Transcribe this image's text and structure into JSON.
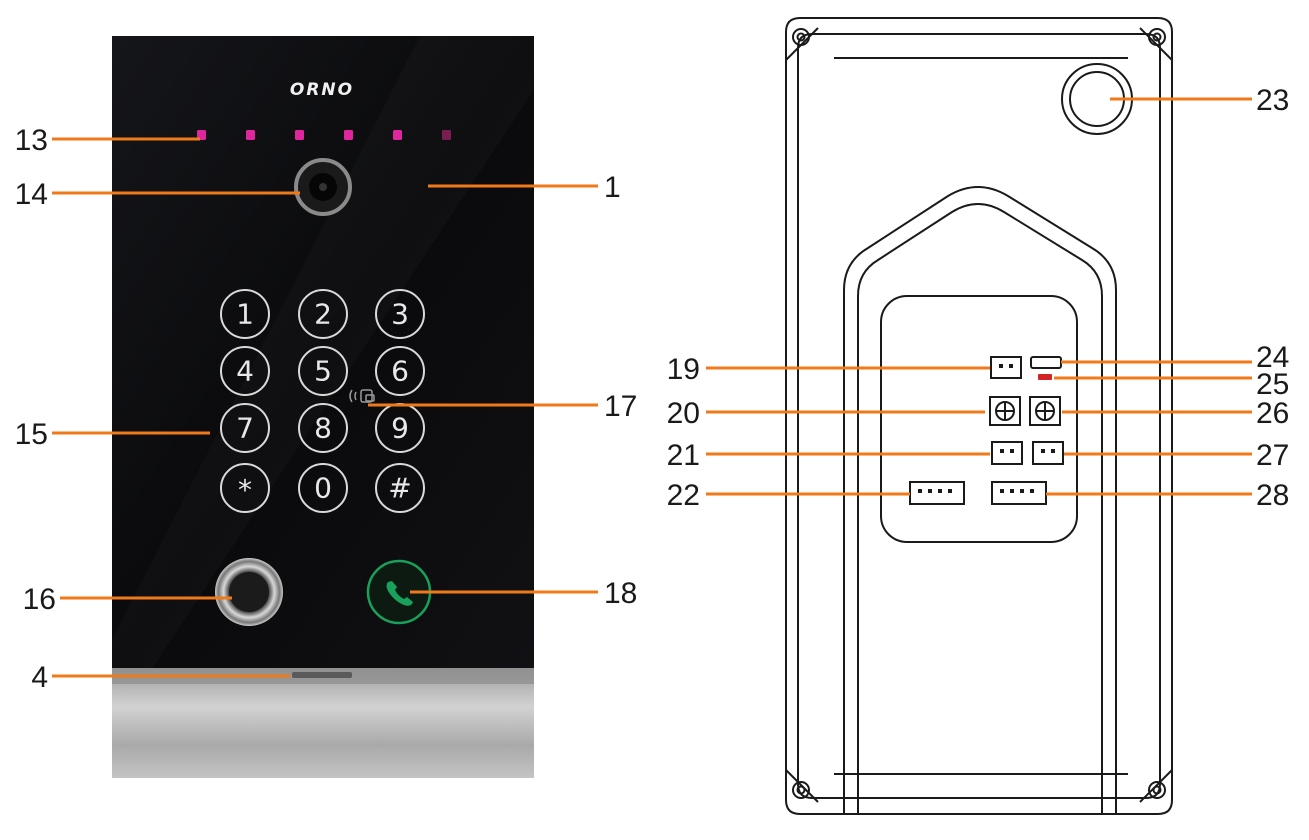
{
  "brand": "ORNO",
  "keypad": [
    "1",
    "2",
    "3",
    "4",
    "5",
    "6",
    "7",
    "8",
    "9",
    "*",
    "0",
    "#"
  ],
  "callouts": {
    "c1": "1",
    "c4": "4",
    "c13": "13",
    "c14": "14",
    "c15": "15",
    "c16": "16",
    "c17": "17",
    "c18": "18",
    "c19": "19",
    "c20": "20",
    "c21": "21",
    "c22": "22",
    "c23": "23",
    "c24": "24",
    "c25": "25",
    "c26": "26",
    "c27": "27",
    "c28": "28"
  },
  "colors": {
    "leader": "#f07a1a",
    "panel": "#0c0c0e",
    "led": "#e0269c",
    "call": "#19a05a",
    "steel": "#b8b8b8"
  }
}
